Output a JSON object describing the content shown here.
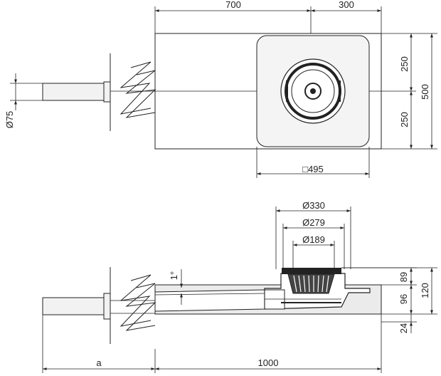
{
  "drawing": {
    "top_view": {
      "dim_length_a": "700",
      "dim_length_b": "300",
      "dim_height_1": "250",
      "dim_height_2": "250",
      "dim_total_height": "500",
      "dim_pipe": "Ø75",
      "dim_box": "□495"
    },
    "side_view": {
      "dim_d1": "Ø330",
      "dim_d2": "Ø279",
      "dim_d3": "Ø189",
      "dim_slope": "1°",
      "dim_h_top": "89",
      "dim_h_mid": "96",
      "dim_h_total": "120",
      "dim_h_bottom": "24",
      "dim_a": "a",
      "dim_total_length": "1000"
    }
  }
}
